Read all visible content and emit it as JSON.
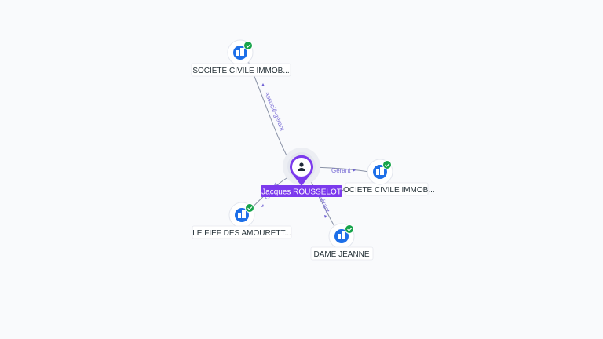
{
  "graph": {
    "center": {
      "label": "Jacques ROUSSELOT",
      "icon": "person-icon",
      "color": "#7c3aed"
    },
    "nodes": [
      {
        "id": "n1",
        "label": "SOCIETE CIVILE IMMOB...",
        "icon": "building-icon",
        "verified": true,
        "edge_label": "Associé-gérant"
      },
      {
        "id": "n2",
        "label": "SOCIETE CIVILE IMMOB...",
        "icon": "building-icon",
        "verified": true,
        "edge_label": "Gérant"
      },
      {
        "id": "n3",
        "label": "LE FIEF DES AMOURETT...",
        "icon": "building-icon",
        "verified": true,
        "edge_label": "Gérant"
      },
      {
        "id": "n4",
        "label": "DAME JEANNE",
        "icon": "building-icon",
        "verified": true,
        "edge_label": "Gérant"
      }
    ],
    "colors": {
      "company": "#1d6fe8",
      "verified": "#16a34a",
      "edge_label": "#7b6fd6"
    }
  }
}
